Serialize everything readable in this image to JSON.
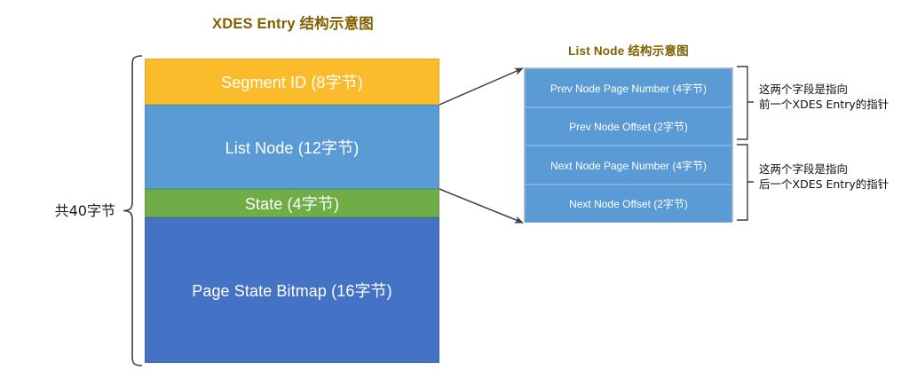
{
  "titles": {
    "left": "XDES Entry 结构示意图",
    "right": "List Node 结构示意图"
  },
  "xdes_entry": {
    "total_label": "共40字节",
    "blocks": [
      {
        "label": "Segment ID (8字节)",
        "color": "#FBBC2C",
        "bytes": 8
      },
      {
        "label": "List Node (12字节)",
        "color": "#5B9BD5",
        "bytes": 12
      },
      {
        "label": "State (4字节)",
        "color": "#70AD47",
        "bytes": 4
      },
      {
        "label": "Page State Bitmap (16字节)",
        "color": "#4472C4",
        "bytes": 16
      }
    ]
  },
  "list_node": {
    "rows": [
      {
        "label": "Prev Node Page Number (4字节)",
        "bytes": 4
      },
      {
        "label": "Prev Node Offset (2字节)",
        "bytes": 2
      },
      {
        "label": "Next Node Page Number (4字节)",
        "bytes": 4
      },
      {
        "label": "Next Node Offset (2字节)",
        "bytes": 2
      }
    ],
    "row_color": "#5B9BD5"
  },
  "notes": {
    "prev": {
      "line1": "这两个字段是指向",
      "line2": "前一个XDES Entry的指针"
    },
    "next": {
      "line1": "这两个字段是指向",
      "line2": "后一个XDES Entry的指针"
    }
  },
  "colors": {
    "title": "#806000",
    "segment_id": "#FBBC2C",
    "list_node": "#5B9BD5",
    "state": "#70AD47",
    "page_state_bitmap": "#4472C4",
    "line": "#3f3f3f"
  }
}
